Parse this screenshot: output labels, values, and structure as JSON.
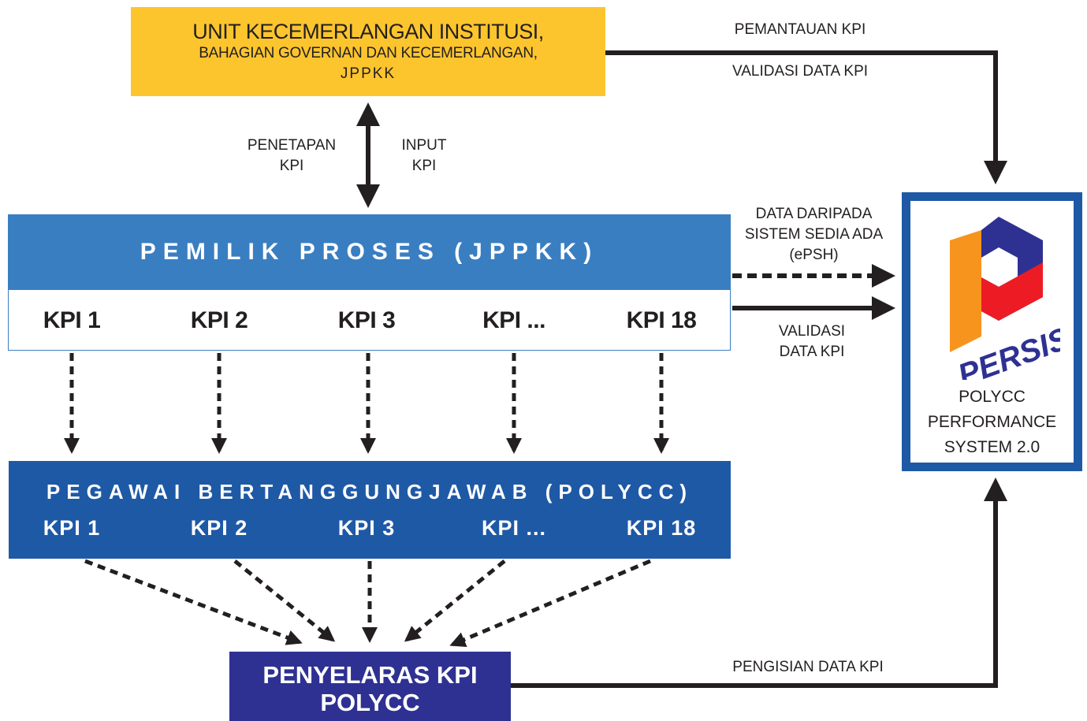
{
  "unit_box": {
    "line1": "UNIT KECEMERLANGAN INSTITUSI,",
    "line2": "BAHAGIAN GOVERNAN DAN KECEMERLANGAN,",
    "line3": "JPPKK"
  },
  "labels": {
    "pemantauan": "PEMANTAUAN KPI",
    "validasi_top": "VALIDASI DATA KPI",
    "penetapan_1": "PENETAPAN",
    "penetapan_2": "KPI",
    "input_1": "INPUT",
    "input_2": "KPI",
    "data_daripada_1": "DATA DARIPADA",
    "data_daripada_2": "SISTEM SEDIA ADA",
    "data_daripada_3": "(ePSH)",
    "validasi_mid_1": "VALIDASI",
    "validasi_mid_2": "DATA KPI",
    "pengisian": "PENGISIAN DATA KPI"
  },
  "pemilik": {
    "title": "PEMILIK PROSES (JPPKK)",
    "kpis": [
      "KPI 1",
      "KPI 2",
      "KPI 3",
      "KPI ...",
      "KPI 18"
    ]
  },
  "pegawai": {
    "title": "PEGAWAI BERTANGGUNGJAWAB (POLYCC)",
    "kpis": [
      "KPI 1",
      "KPI 2",
      "KPI 3",
      "KPI ...",
      "KPI 18"
    ]
  },
  "penyelaras": {
    "line1": "PENYELARAS KPI",
    "line2": "POLYCC"
  },
  "persist": {
    "logo_text": "PERSIST",
    "name_line1": "POLYCC",
    "name_line2": "PERFORMANCE",
    "name_line3": "SYSTEM 2.0"
  },
  "colors": {
    "yellow": "#fcc52e",
    "light_blue": "#3a7ec2",
    "mid_blue": "#1e59a6",
    "navy": "#2e3192",
    "logo_orange": "#f7941d",
    "logo_red": "#ed1c24",
    "arrow": "#231f20"
  }
}
